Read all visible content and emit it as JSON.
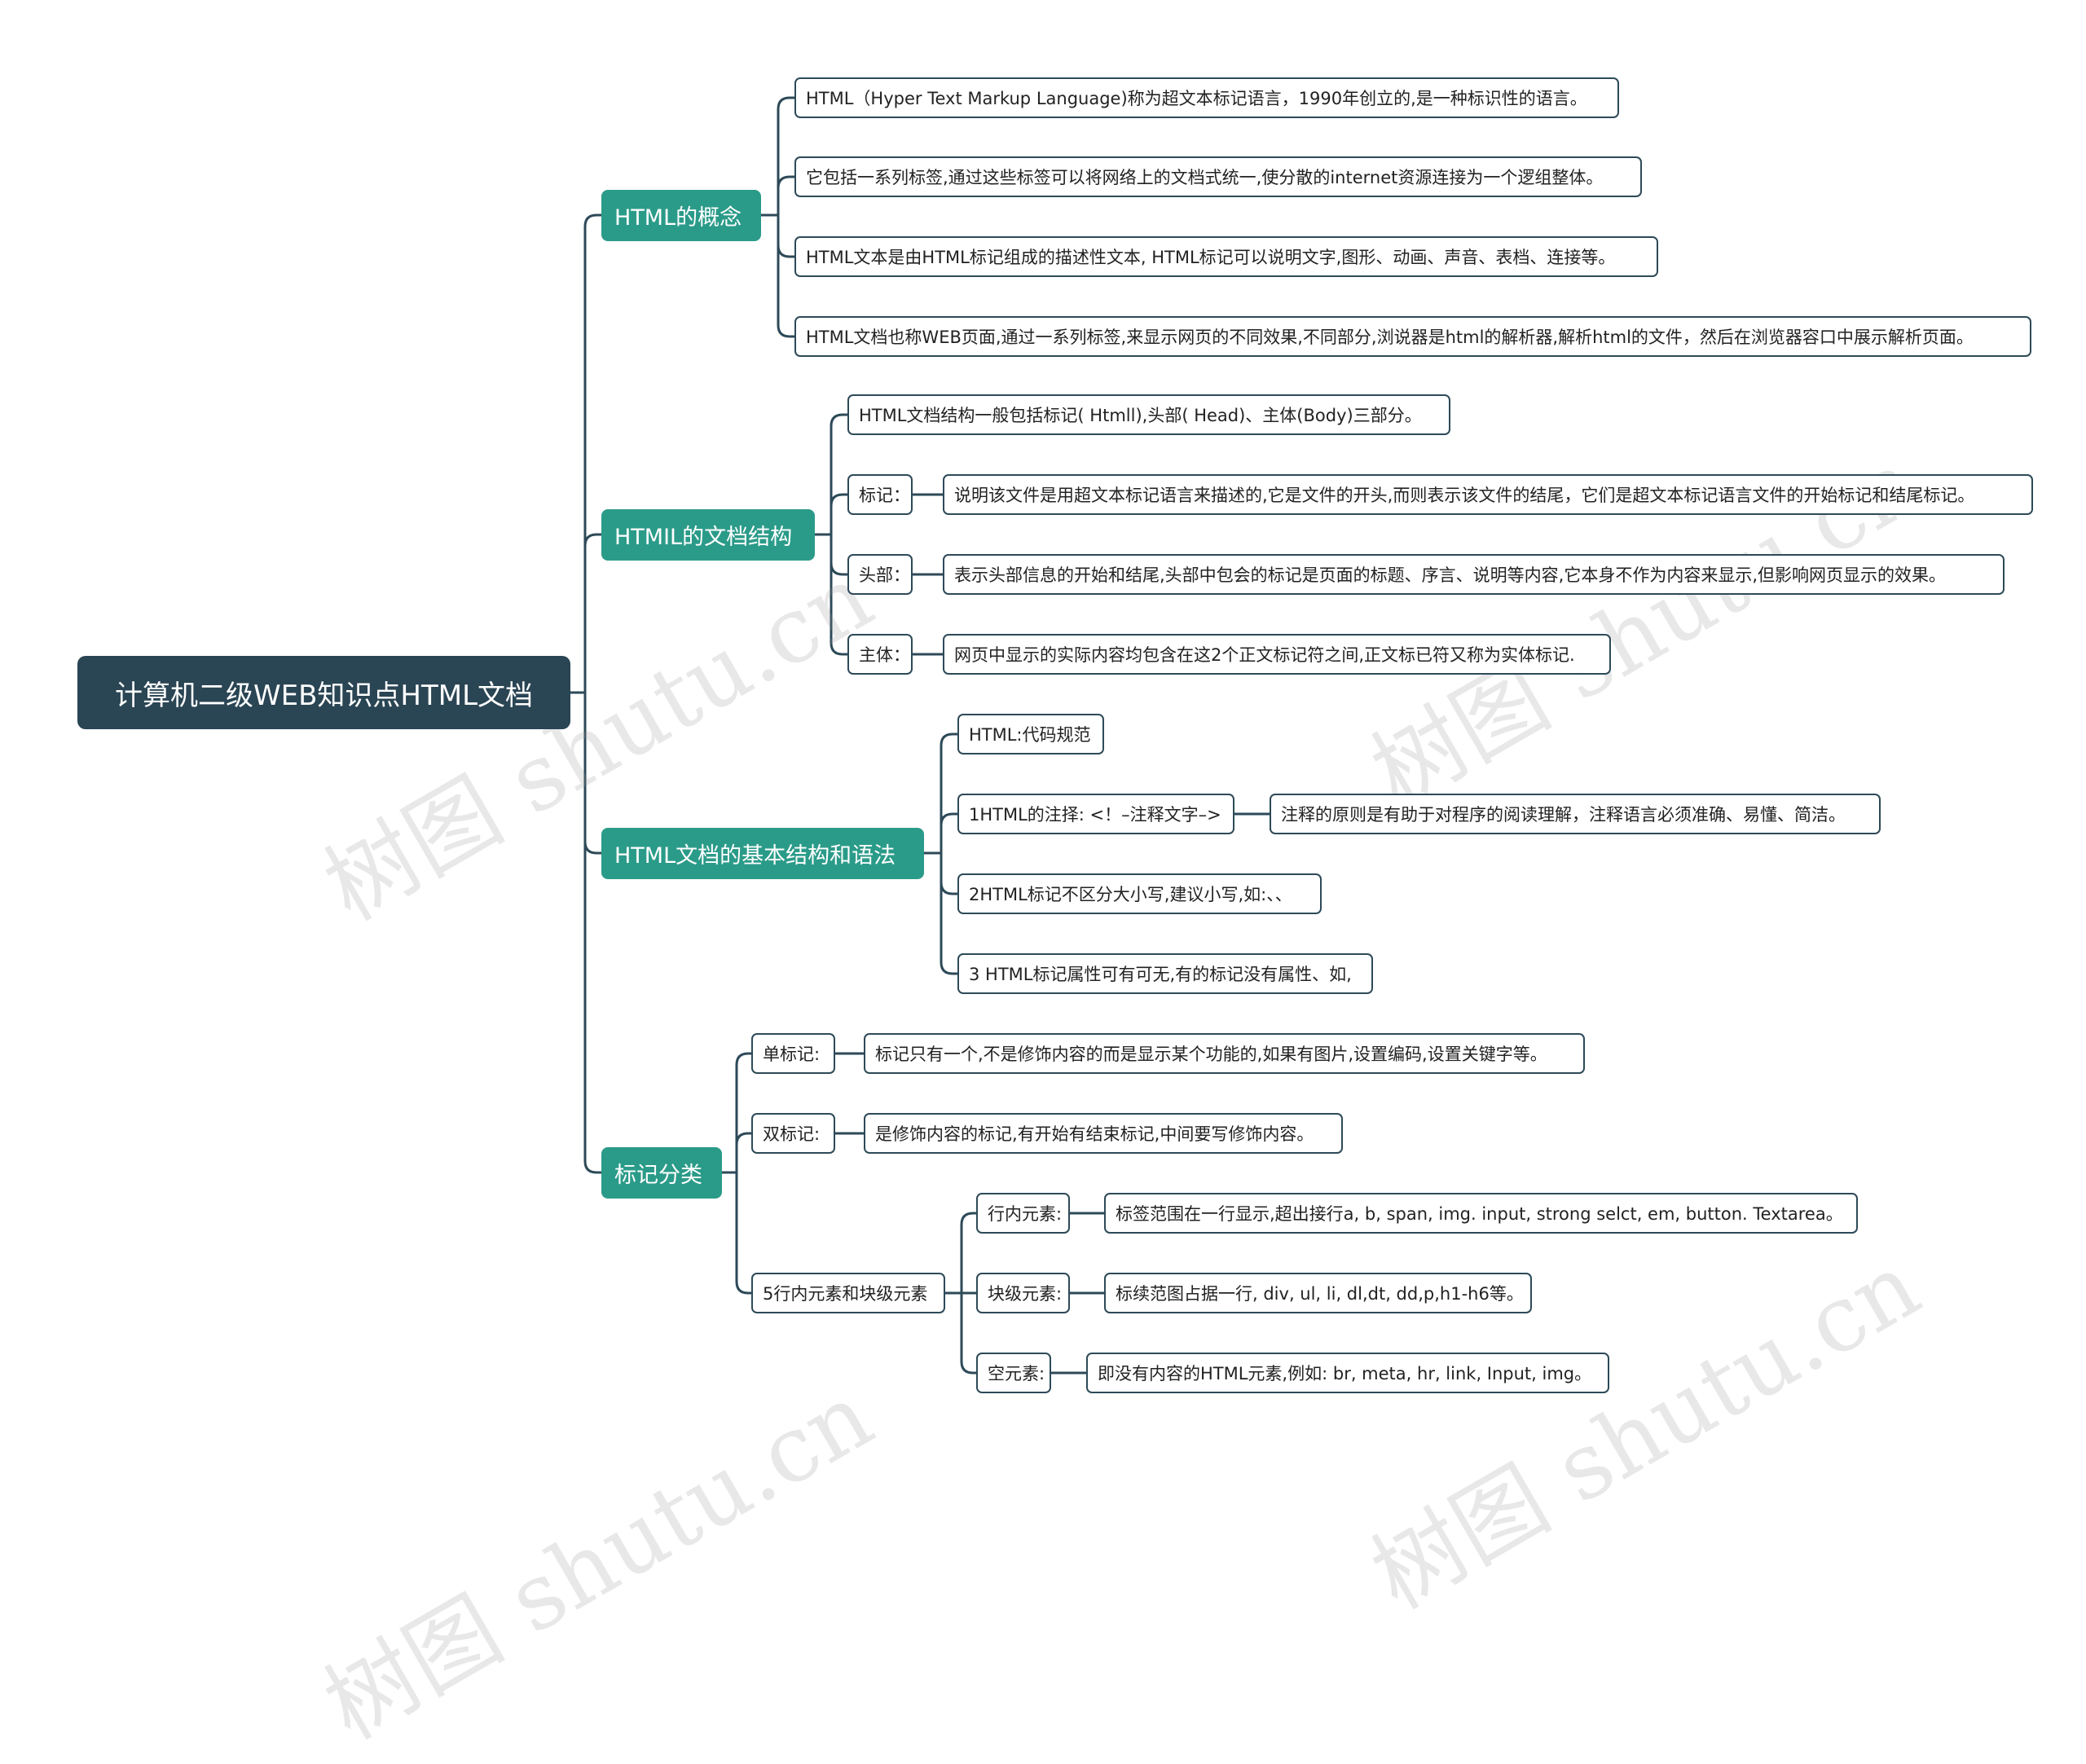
{
  "root": "计算机二级WEB知识点HTML文档",
  "watermark": "树图 shutu.cn",
  "branches": [
    {
      "label": "HTML的概念",
      "items": [
        "HTML（Hyper Text Markup Language)称为超文本标记语言，1990年创立的,是一种标识性的语言。",
        "它包括一系列标签,通过这些标签可以将网络上的文档式统一,使分散的internet资源连接为一个逻组整体。",
        "HTML文本是由HTML标记组成的描述性文本, HTML标记可以说明文字,图形、动画、声音、表档、连接等。",
        "HTML文档也称WEB页面,通过一系列标签,来显示网页的不同效果,不同部分,浏说器是html的解析器,解析html的文件，然后在浏览器容口中展示解析页面。"
      ]
    },
    {
      "label": "HTMIL的文档结构",
      "items": [
        "HTML文档结构一般包括标记( Htmll),头部( Head)、主体(Body)三部分。",
        "标记：",
        "说明该文件是用超文本标记语言来描述的,它是文件的开头,而则表示该文件的结尾，它们是超文本标记语言文件的开始标记和结尾标记。",
        "头部：",
        "表示头部信息的开始和结尾,头部中包会的标记是页面的标题、序言、说明等内容,它本身不作为内容来显示,但影响网页显示的效果。",
        "主体：",
        "网页中显示的实际内容均包含在这2个正文标记符之间,正文标已符又称为实体标记."
      ]
    },
    {
      "label": "HTML文档的基本结构和语法",
      "items": [
        "HTML:代码规范",
        "1HTML的注择: <！–注释文字–>",
        "注释的原则是有助于对程序的阅读理解，注释语言必须准确、易懂、简洁。",
        "2HTML标记不区分大小写,建议小写,如:、、",
        "3 HTML标记属性可有可无,有的标记没有属性、如,"
      ]
    },
    {
      "label": "标记分类",
      "items": [
        "单标记:",
        "标记只有一个,不是修饰内容的而是显示某个功能的,如果有图片,设置编码,设置关键字等。",
        "双标记:",
        "是修饰内容的标记,有开始有结束标记,中间要写修饰内容。",
        "5行内元素和块级元素",
        "行内元素:",
        "标签范围在一行显示,超出接行a, b, span, img. input, strong selct, em, button. Textarea。",
        "块级元素:",
        "标续范图占据一行, div, ul, li, dl,dt, dd,p,h1-h6等。",
        "空元素:",
        "即没有内容的HTML元素,例如: br, meta, hr, link, Input, img。"
      ]
    }
  ]
}
